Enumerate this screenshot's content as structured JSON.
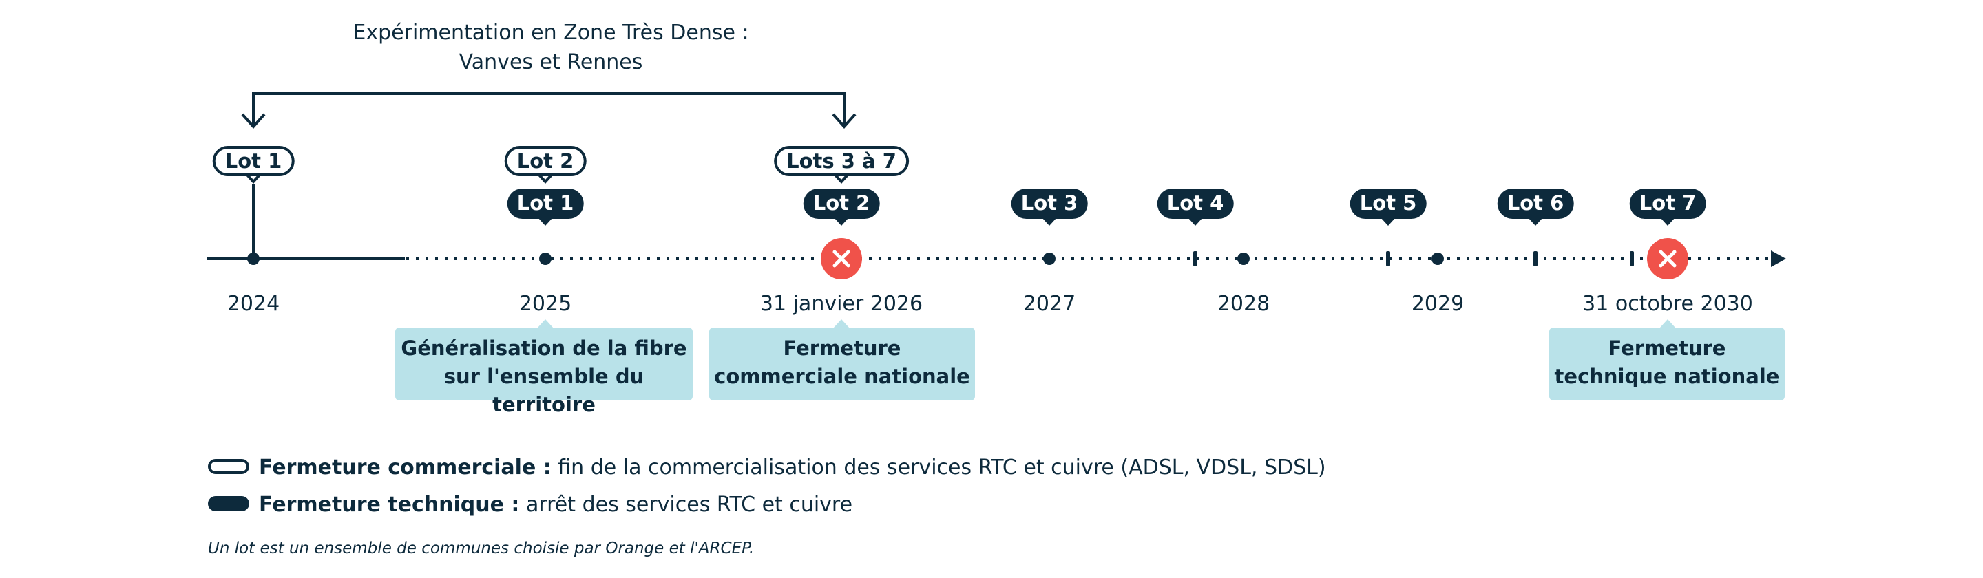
{
  "experiment": {
    "line1": "Expérimentation en Zone Très Dense :",
    "line2": "Vanves et Rennes"
  },
  "years": [
    {
      "id": "2024",
      "label": "2024"
    },
    {
      "id": "2025",
      "label": "2025"
    },
    {
      "id": "2026",
      "label": "31 janvier 2026"
    },
    {
      "id": "2027",
      "label": "2027"
    },
    {
      "id": "2028",
      "label": "2028"
    },
    {
      "id": "2029",
      "label": "2029"
    },
    {
      "id": "2030",
      "label": "31 octobre 2030"
    }
  ],
  "commercial_closures": [
    {
      "label": "Lot 1",
      "at": "2024"
    },
    {
      "label": "Lot 2",
      "at": "2025"
    },
    {
      "label": "Lots 3 à 7",
      "at": "2026"
    }
  ],
  "technical_closures": [
    {
      "label": "Lot 1",
      "at": "2025"
    },
    {
      "label": "Lot 2",
      "at": "2026"
    },
    {
      "label": "Lot 3",
      "at": "2027"
    },
    {
      "label": "Lot 4",
      "at": "2028-early"
    },
    {
      "label": "Lot 5",
      "at": "2029-early"
    },
    {
      "label": "Lot 6",
      "at": "2030-early"
    },
    {
      "label": "Lot 7",
      "at": "2030"
    }
  ],
  "milestones": [
    {
      "text": "Généralisation de la fibre sur l'ensemble du territoire",
      "at": "2025"
    },
    {
      "text": "Fermeture commerciale nationale",
      "at": "2026"
    },
    {
      "text": "Fermeture technique nationale",
      "at": "2030"
    }
  ],
  "legend": {
    "commercial_term": "Fermeture commerciale :",
    "commercial_desc": " fin de la commercialisation des services RTC et cuivre (ADSL, VDSL, SDSL)",
    "technical_term": "Fermeture technique :",
    "technical_desc": " arrêt des services RTC et cuivre"
  },
  "footnote": "Un lot est un ensemble de communes choisie par Orange et l'ARCEP.",
  "colors": {
    "navy": "#0d2a3c",
    "milestone_bg": "#b9e2e9",
    "close_marker": "#f0524a"
  },
  "icons": {
    "closure_marker": "close-icon"
  }
}
